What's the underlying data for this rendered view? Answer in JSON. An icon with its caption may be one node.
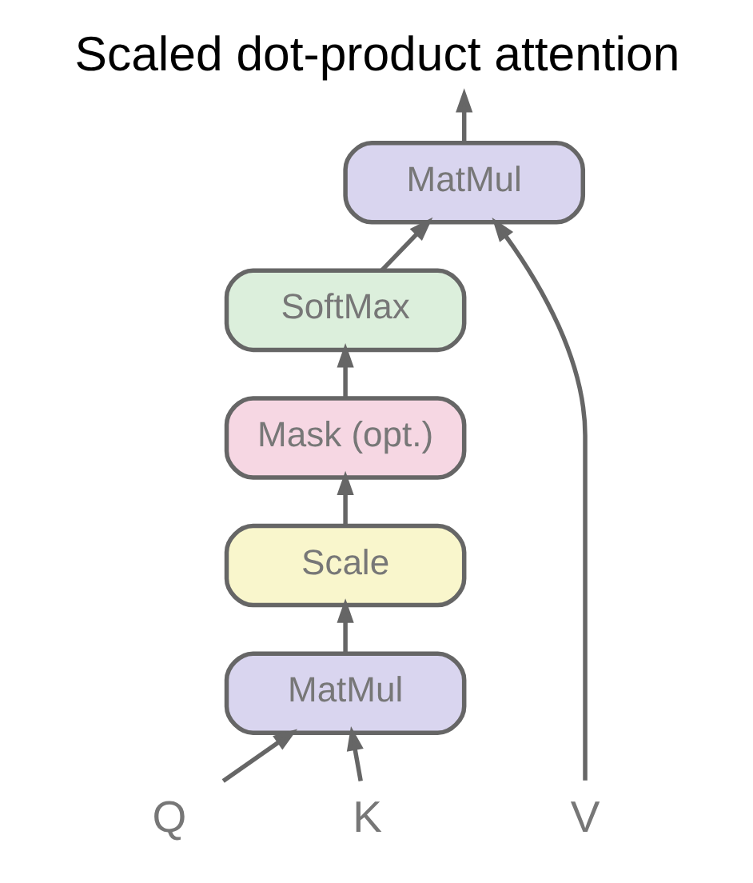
{
  "diagram": {
    "title": "Scaled dot-product attention",
    "nodes": [
      {
        "text": [
          "MatMul"
        ]
      },
      {
        "text": [
          "SoftMax"
        ]
      },
      {
        "text": [
          "Mask (opt.)"
        ]
      },
      {
        "text": [
          "Scale"
        ]
      },
      {
        "text": [
          "MatMul"
        ]
      },
      {
        "text": [
          "Q"
        ]
      },
      {
        "text": [
          "K"
        ]
      },
      {
        "text": [
          "V"
        ]
      }
    ],
    "edges": [
      {
        "from": 0,
        "to": null,
        "arrow": "to"
      },
      {
        "from": 1,
        "to": 0,
        "arrow": "to"
      },
      {
        "from": 2,
        "to": 1,
        "arrow": "to"
      },
      {
        "from": 3,
        "to": 2,
        "arrow": "to"
      },
      {
        "from": 4,
        "to": 3,
        "arrow": "to"
      },
      {
        "from": 5,
        "to": 4,
        "arrow": "to"
      },
      {
        "from": 6,
        "to": 4,
        "arrow": "to"
      },
      {
        "from": 7,
        "to": 0,
        "arrow": "to"
      }
    ]
  }
}
